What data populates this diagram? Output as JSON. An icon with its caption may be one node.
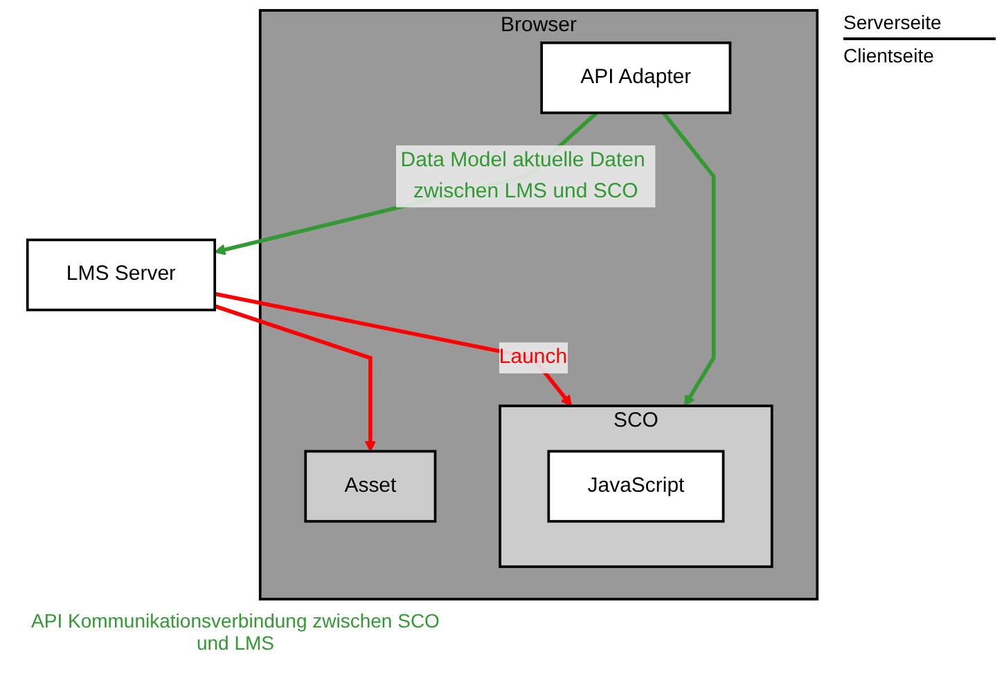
{
  "diagram": {
    "nodes": [
      {
        "text": [
          "LMS Server"
        ]
      },
      {
        "text": [
          "Browser"
        ]
      },
      {
        "text": [
          "API Adapter"
        ],
        "in": 1
      },
      {
        "text": [
          "SCO"
        ],
        "in": 1
      },
      {
        "text": [
          "JavaScript"
        ],
        "in": 3
      },
      {
        "text": [
          "Asset"
        ],
        "in": 1
      }
    ],
    "edges": [
      {
        "from": 2,
        "to": 0,
        "arrow": "to",
        "label": "Data Model aktuelle Daten zwischen LMS und SCO",
        "color": "#339933"
      },
      {
        "from": 0,
        "to": 3,
        "arrow": "to",
        "label": "Launch",
        "color": "#ff0000"
      },
      {
        "from": 0,
        "to": 5,
        "arrow": "to",
        "color": "#ff0000"
      },
      {
        "from": 2,
        "to": 3,
        "arrow": "to",
        "color": "#339933"
      }
    ],
    "labels": [
      "Serverseite",
      "Clientseite",
      "API Kommunikationsverbindung zwischen SCO und LMS"
    ]
  }
}
